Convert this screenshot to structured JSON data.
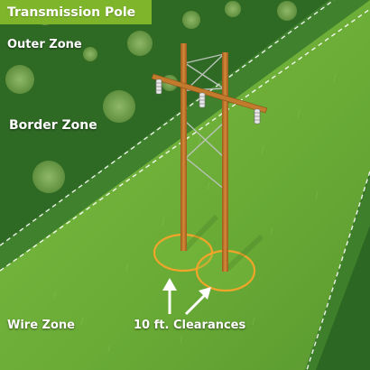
{
  "title": "Transmission Pole",
  "zones": {
    "outer": "Outer Zone",
    "border": "Border Zone",
    "wire": "Wire Zone"
  },
  "clearance_label": "10 ft. Clearances",
  "colors": {
    "title_badge": "#7fb52b",
    "outer_zone": "#2f6a25",
    "border_zone": "#3e7f2c",
    "wire_zone": "#6fb03a",
    "pole": "#c27a2c",
    "clearance_ring": "#f0a52a",
    "zone_divider": "#ffffff"
  },
  "icons": [
    "tree-icon",
    "insulator-icon",
    "arrow-up-icon"
  ]
}
